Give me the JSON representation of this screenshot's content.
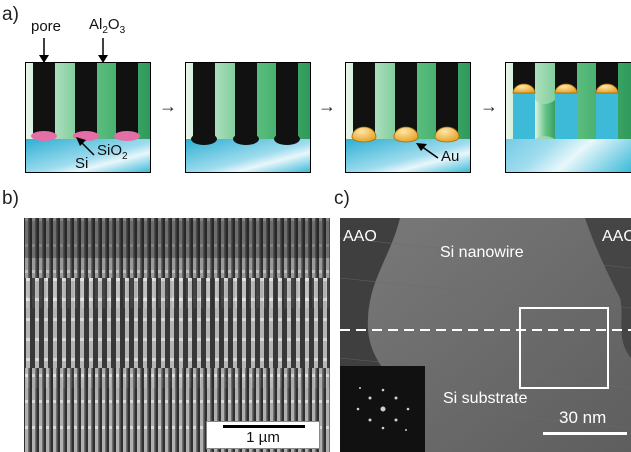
{
  "panels": {
    "a": {
      "label": "a)"
    },
    "b": {
      "label": "b)"
    },
    "c": {
      "label": "c)"
    }
  },
  "schematic": {
    "pore_label": "pore",
    "alumina_label": "Al",
    "alumina_sub1": "2",
    "alumina_mid": "O",
    "alumina_sub2": "3",
    "si_label": "Si",
    "sio2_label": "SiO",
    "sio2_sub": "2",
    "au_label": "Au",
    "step_arrow": "→"
  },
  "sem": {
    "scale_label": "1 µm"
  },
  "tem": {
    "aao_left": "AAO",
    "aao_right": "AAO",
    "nanowire_label": "Si nanowire",
    "substrate_label": "Si substrate",
    "scale_label": "30 nm"
  },
  "colors": {
    "alumina_green": "#3aa86a",
    "alumina_light": "#dff3e4",
    "silicon_cyan": "#34b7d6",
    "sio2_pink": "#e46fa6",
    "gold": "#f3b13a",
    "pore_black": "#111111"
  }
}
